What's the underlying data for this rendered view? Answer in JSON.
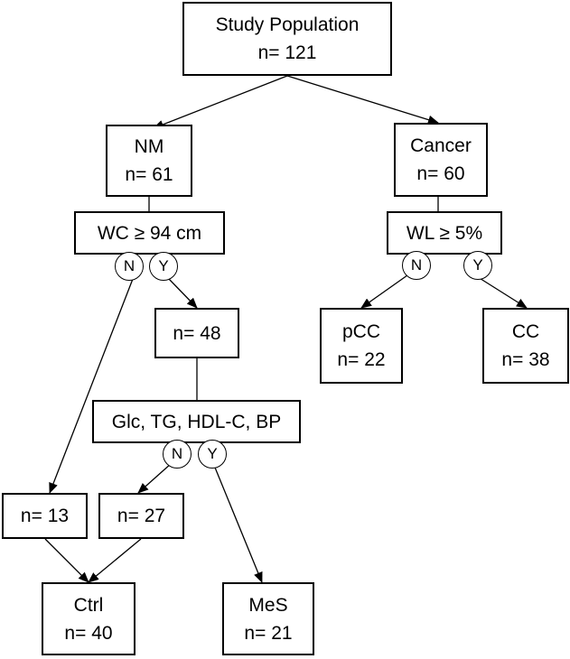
{
  "nodes": {
    "study_population": {
      "line1": "Study Population",
      "line2": "n= 121"
    },
    "nm": {
      "line1": "NM",
      "line2": "n= 61"
    },
    "cancer": {
      "line1": "Cancer",
      "line2": "n= 60"
    },
    "wc_criterion": {
      "label": "WC ≥ 94 cm"
    },
    "wl_criterion": {
      "label": "WL ≥ 5%"
    },
    "n48": {
      "label": "n= 48"
    },
    "pcc": {
      "line1": "pCC",
      "line2": "n= 22"
    },
    "cc": {
      "line1": "CC",
      "line2": "n= 38"
    },
    "metabolic_criteria": {
      "label": "Glc, TG, HDL-C, BP"
    },
    "n13": {
      "label": "n= 13"
    },
    "n27": {
      "label": "n= 27"
    },
    "ctrl": {
      "line1": "Ctrl",
      "line2": "n= 40"
    },
    "mes": {
      "line1": "MeS",
      "line2": "n= 21"
    }
  },
  "decisions": {
    "no": "N",
    "yes": "Y"
  }
}
